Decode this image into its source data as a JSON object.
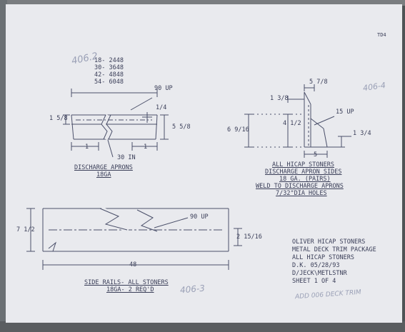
{
  "discharge_aprons": {
    "lengths": [
      "18- 2448",
      "30- 3648",
      "42- 4848",
      "54- 6048"
    ],
    "angle_up": "90 UP",
    "dim_quarter": "1/4",
    "dim_left_height": "1 5/8",
    "dim_right_height": "5 5/8",
    "dim_one_left": "1",
    "dim_one_right": "1",
    "hole_note": "30 IN",
    "title": "DISCHARGE APRONS",
    "gauge": "18GA"
  },
  "apron_sides": {
    "dim_top": "5 7/8",
    "dim_upper_left": "1 3/8",
    "dim_mid": "4 1/2",
    "angle_up": "15 UP",
    "dim_height": "6 9/16",
    "dim_right": "1 3/4",
    "dim_bottom": "5",
    "title_1": "ALL HICAP STONERS",
    "title_2": "DISCHARGE APRON SIDES",
    "title_3": "18 GA. (PAIRS)",
    "title_4": "WELD TO DISCHARGE APRONS",
    "title_5": "7/32\"DIA HOLES"
  },
  "side_rails": {
    "dim_height": "7 1/2",
    "angle_up": "90 UP",
    "dim_flange": "2 15/16",
    "dim_length": "48",
    "title": "SIDE RAILS- ALL STONERS",
    "gauge": "18GA- 2 REQ'D"
  },
  "title_block": {
    "line_1": "OLIVER HICAP STONERS",
    "line_2": "METAL DECK TRIM PACKAGE",
    "line_3": "ALL HICAP STONERS",
    "line_4": "D.K. 05/28/93",
    "line_5": "D/JECK\\METLSTNR",
    "line_6": "SHEET 1 OF 4"
  },
  "annotations": {
    "top_right": "TD4",
    "pencil_406_2": "406.2",
    "pencil_406_3": "406-3",
    "pencil_406_4": "406-4",
    "pencil_bottom": "ADD 006 DECK TRIM"
  }
}
